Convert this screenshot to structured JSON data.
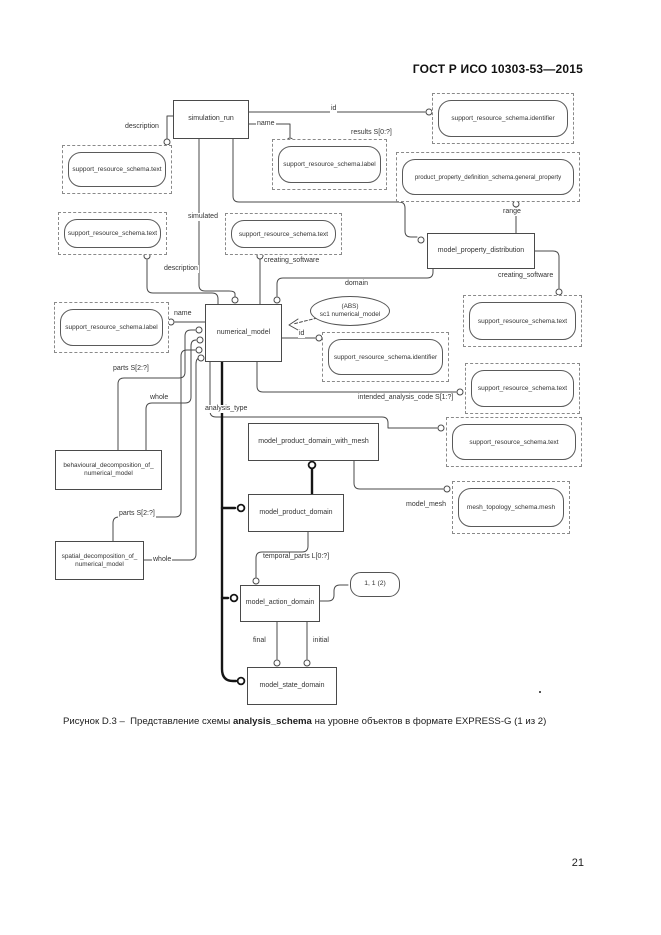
{
  "page": {
    "header": "ГОСТ Р ИСО 10303-53—2015",
    "page_number": "21",
    "caption": {
      "part1": "Рисунок D.3 –",
      "part2": "Представление схемы",
      "bold": "analysis_schema",
      "part3": "на уровне объектов в формате EXPRESS-G (1 из 2)"
    }
  },
  "diagram": {
    "entities": [
      {
        "line1": "simulation_run",
        "line2": ""
      },
      {
        "line1": "model_property_distribution",
        "line2": ""
      },
      {
        "line1": "numerical_model",
        "line2": ""
      },
      {
        "line1": "behavioural_decomposition_of_",
        "line2": "numerical_model"
      },
      {
        "line1": "spatial_decomposition_of_",
        "line2": "numerical_model"
      },
      {
        "line1": "model_product_domain_with_mesh",
        "line2": ""
      },
      {
        "line1": "model_product_domain",
        "line2": ""
      },
      {
        "line1": "model_action_domain",
        "line2": ""
      },
      {
        "line1": "model_state_domain",
        "line2": ""
      }
    ],
    "type_refs": [
      {
        "label": "support_resource_schema.text"
      },
      {
        "label": "support_resource_schema.text"
      },
      {
        "label": "support_resource_schema.label"
      },
      {
        "label": "support_resource_schema.identifier"
      },
      {
        "label": "product_property_definition_schema.general_property"
      },
      {
        "label": "support_resource_schema.text"
      },
      {
        "label": "support_resource_schema.label"
      },
      {
        "label": "support_resource_schema.identifier"
      },
      {
        "label": "support_resource_schema.text"
      },
      {
        "label": "support_resource_schema.text"
      },
      {
        "label": "support_resource_schema.text"
      },
      {
        "label": "mesh_topology_schema.mesh"
      }
    ],
    "ovals": {
      "abs_line1": "(ABS)",
      "abs_line2": "sc1 numerical_model",
      "page_ref": "1, 1 (2)"
    },
    "labels": [
      {
        "text": "description"
      },
      {
        "text": "name"
      },
      {
        "text": "id"
      },
      {
        "text": "results S[0:?]"
      },
      {
        "text": "simulated"
      },
      {
        "text": "creating_software"
      },
      {
        "text": "range"
      },
      {
        "text": "creating_software"
      },
      {
        "text": "description"
      },
      {
        "text": "domain"
      },
      {
        "text": "name"
      },
      {
        "text": "id"
      },
      {
        "text": "intended_analysis_code S[1:?]"
      },
      {
        "text": "analysis_type"
      },
      {
        "text": "parts S[2:?]"
      },
      {
        "text": "whole"
      },
      {
        "text": "parts S[2:?]"
      },
      {
        "text": "whole"
      },
      {
        "text": "temporal_parts L[0:?]"
      },
      {
        "text": "model_mesh"
      },
      {
        "text": "final"
      },
      {
        "text": "initial"
      }
    ]
  }
}
